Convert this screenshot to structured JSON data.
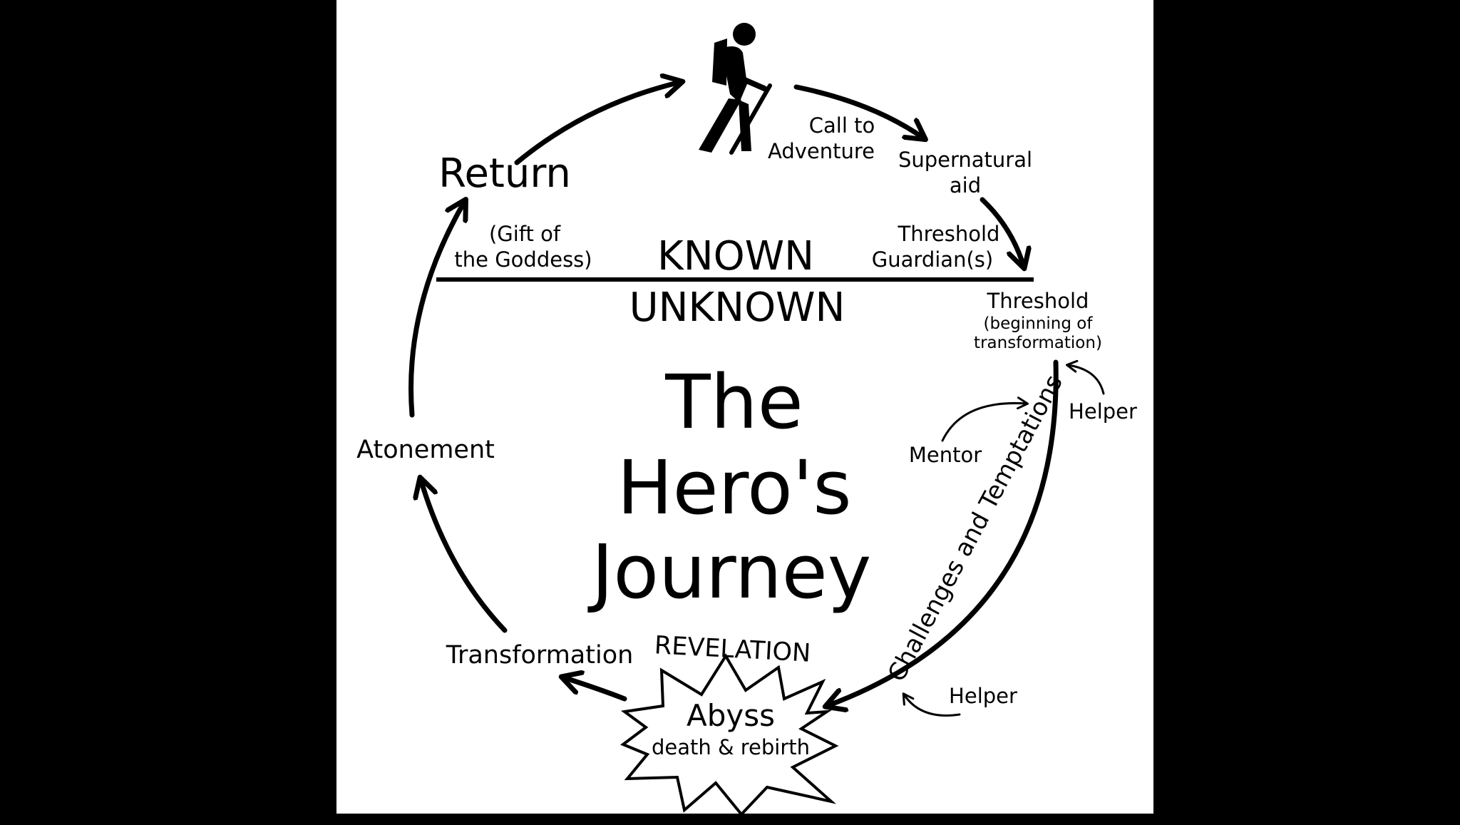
{
  "title_lines": [
    "The",
    "Hero's",
    "Journey"
  ],
  "regions": {
    "known": "KNOWN",
    "unknown": "UNKNOWN"
  },
  "stages": {
    "call": [
      "Call to",
      "Adventure"
    ],
    "supernatural": [
      "Supernatural",
      "aid"
    ],
    "guardian": [
      "Threshold",
      "Guardian(s)"
    ],
    "threshold": "Threshold",
    "threshold_sub": [
      "(beginning of",
      "transformation)"
    ],
    "helper_top": "Helper",
    "mentor": "Mentor",
    "challenges": "Challenges and Temptations",
    "helper_bottom": "Helper",
    "revelation": "REVELATION",
    "abyss": "Abyss",
    "abyss_sub": "death & rebirth",
    "transformation": "Transformation",
    "atonement": "Atonement",
    "return": "Return",
    "gift": [
      "(Gift of",
      "the Goddess)"
    ]
  },
  "icons": {
    "hero": "hiker-icon",
    "abyss": "starburst-icon"
  },
  "colors": {
    "background": "#000000",
    "panel": "#ffffff",
    "ink": "#000000"
  }
}
